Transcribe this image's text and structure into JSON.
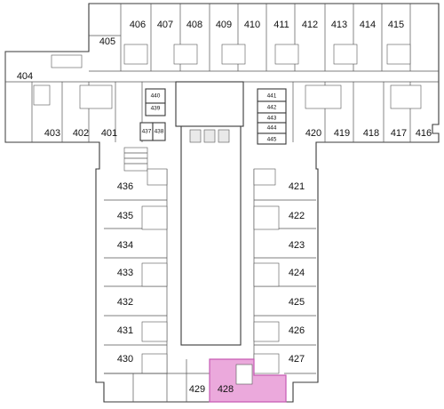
{
  "highlight_color": "#e79ad6",
  "highlight_stroke": "#c65bb3",
  "wall_color": "#3a3a3a",
  "highlighted_room": "428",
  "rooms": {
    "r404": "404",
    "r405": "405",
    "r406": "406",
    "r407": "407",
    "r408": "408",
    "r409": "409",
    "r410": "410",
    "r411": "411",
    "r412": "412",
    "r413": "413",
    "r414": "414",
    "r415": "415",
    "r403": "403",
    "r402": "402",
    "r401": "401",
    "r440": "440",
    "r439": "439",
    "r438": "438",
    "r437": "437",
    "r441": "441",
    "r442": "442",
    "r443": "443",
    "r444": "444",
    "r445": "445",
    "r420": "420",
    "r419": "419",
    "r418": "418",
    "r417": "417",
    "r416": "416",
    "r436": "436",
    "r435": "435",
    "r434": "434",
    "r433": "433",
    "r432": "432",
    "r431": "431",
    "r430": "430",
    "r429": "429",
    "r428": "428",
    "r421": "421",
    "r422": "422",
    "r423": "423",
    "r424": "424",
    "r425": "425",
    "r426": "426",
    "r427": "427"
  }
}
